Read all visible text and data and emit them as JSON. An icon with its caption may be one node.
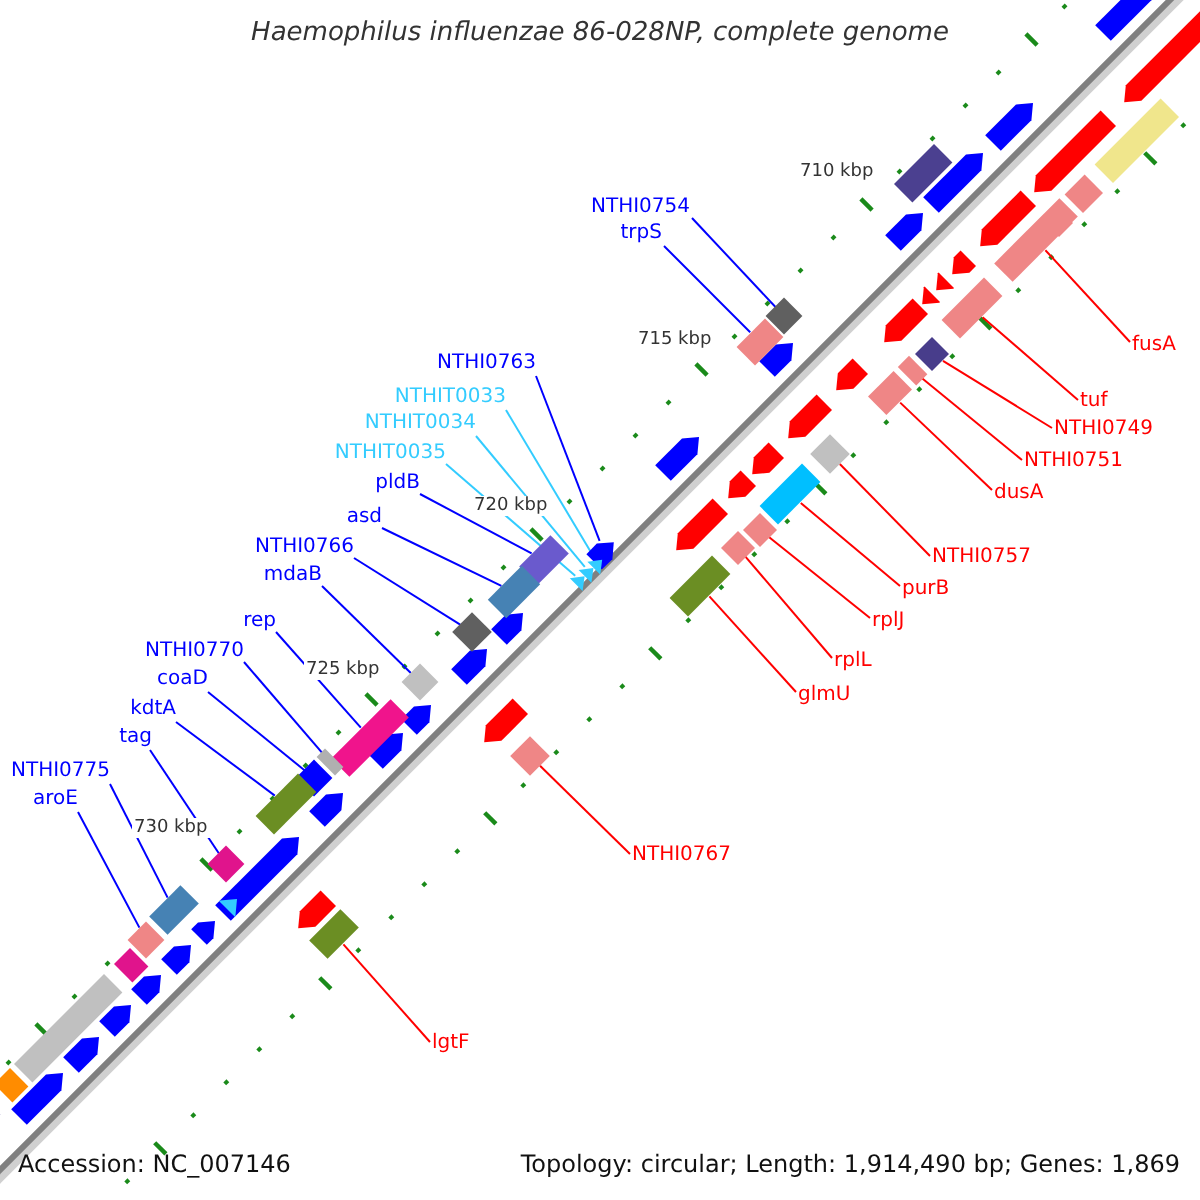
{
  "diagram": {
    "title": "Haemophilus influenzae 86-028NP, complete genome",
    "nodes": [
      {
        "text": [
          "NTHI0754"
        ]
      },
      {
        "text": [
          "trpS"
        ]
      },
      {
        "text": [
          "fusA"
        ]
      },
      {
        "text": [
          "tuf"
        ]
      },
      {
        "text": [
          "NTHI0749"
        ]
      },
      {
        "text": [
          "NTHI0751"
        ]
      },
      {
        "text": [
          "NTHI0763"
        ]
      },
      {
        "text": [
          "NTHIT0033"
        ]
      },
      {
        "text": [
          "NTHIT0034"
        ]
      },
      {
        "text": [
          "dusA"
        ]
      },
      {
        "text": [
          "NTHIT0035"
        ]
      },
      {
        "text": [
          "pldB"
        ]
      },
      {
        "text": [
          "NTHI0757"
        ]
      },
      {
        "text": [
          "asd"
        ]
      },
      {
        "text": [
          "purB"
        ]
      },
      {
        "text": [
          "NTHI0766"
        ]
      },
      {
        "text": [
          "rplJ"
        ]
      },
      {
        "text": [
          "mdaB"
        ]
      },
      {
        "text": [
          "rplL"
        ]
      },
      {
        "text": [
          "rep"
        ]
      },
      {
        "text": [
          "NTHI0770"
        ]
      },
      {
        "text": [
          "glmU"
        ]
      },
      {
        "text": [
          "coaD"
        ]
      },
      {
        "text": [
          "kdtA"
        ]
      },
      {
        "text": [
          "tag"
        ]
      },
      {
        "text": [
          "NTHI0775"
        ]
      },
      {
        "text": [
          "aroE"
        ]
      },
      {
        "text": [
          "NTHI0767"
        ]
      },
      {
        "text": [
          "lgtF"
        ]
      },
      {
        "text": [],
        "shape": "diamond"
      },
      {
        "text": [],
        "shape": "box"
      },
      {
        "text": [],
        "shape": "box"
      },
      {
        "text": [],
        "shape": "box"
      },
      {
        "text": [],
        "shape": "diamond"
      },
      {
        "text": [],
        "shape": "box"
      },
      {
        "text": [],
        "shape": "pentagon"
      },
      {
        "text": [],
        "shape": "triangle"
      },
      {
        "text": [],
        "shape": "triangle"
      },
      {
        "text": [],
        "shape": "box"
      },
      {
        "text": [],
        "shape": "triangle"
      },
      {
        "text": [],
        "shape": "box"
      },
      {
        "text": [],
        "shape": "diamond"
      },
      {
        "text": [],
        "shape": "box"
      },
      {
        "text": [],
        "shape": "box"
      },
      {
        "text": [],
        "shape": "diamond"
      },
      {
        "text": [],
        "shape": "diamond"
      },
      {
        "text": [],
        "shape": "diamond"
      },
      {
        "text": [],
        "shape": "diamond"
      },
      {
        "text": [],
        "shape": "box"
      },
      {
        "text": [],
        "shape": "box"
      },
      {
        "text": [],
        "shape": "box"
      },
      {
        "text": [],
        "shape": "diamond"
      },
      {
        "text": [],
        "shape": "box"
      },
      {
        "text": [],
        "shape": "diamond"
      },
      {
        "text": [],
        "shape": "box"
      },
      {
        "text": [],
        "shape": "diamond"
      },
      {
        "text": [],
        "shape": "diamond"
      },
      {
        "text": [],
        "shape": "box"
      }
    ],
    "edges": [
      {
        "from": 0,
        "to": 29,
        "arrow": "none"
      },
      {
        "from": 1,
        "to": 30,
        "arrow": "none"
      },
      {
        "from": 2,
        "to": 31,
        "arrow": "none",
        "color": "#ff0000"
      },
      {
        "from": 3,
        "to": 32,
        "arrow": "none",
        "color": "#ff0000"
      },
      {
        "from": 4,
        "to": 33,
        "arrow": "none",
        "color": "#ff0000"
      },
      {
        "from": 5,
        "to": 34,
        "arrow": "none",
        "color": "#ff0000"
      },
      {
        "from": 6,
        "to": 35,
        "arrow": "none"
      },
      {
        "from": 7,
        "to": 36,
        "arrow": "none",
        "color": "#33ccff"
      },
      {
        "from": 8,
        "to": 37,
        "arrow": "none",
        "color": "#33ccff"
      },
      {
        "from": 9,
        "to": 38,
        "arrow": "none",
        "color": "#ff0000"
      },
      {
        "from": 10,
        "to": 39,
        "arrow": "none",
        "color": "#33ccff"
      },
      {
        "from": 11,
        "to": 40,
        "arrow": "none"
      },
      {
        "from": 12,
        "to": 41,
        "arrow": "none",
        "color": "#ff0000"
      },
      {
        "from": 13,
        "to": 42,
        "arrow": "none"
      },
      {
        "from": 14,
        "to": 43,
        "arrow": "none",
        "color": "#ff0000"
      },
      {
        "from": 15,
        "to": 44,
        "arrow": "none"
      },
      {
        "from": 16,
        "to": 45,
        "arrow": "none",
        "color": "#ff0000"
      },
      {
        "from": 17,
        "to": 46,
        "arrow": "none"
      },
      {
        "from": 18,
        "to": 47,
        "arrow": "none",
        "color": "#ff0000"
      },
      {
        "from": 19,
        "to": 48,
        "arrow": "none"
      },
      {
        "from": 20,
        "to": 49,
        "arrow": "none"
      },
      {
        "from": 21,
        "to": 50,
        "arrow": "none",
        "color": "#ff0000"
      },
      {
        "from": 22,
        "to": 51,
        "arrow": "none"
      },
      {
        "from": 23,
        "to": 52,
        "arrow": "none"
      },
      {
        "from": 24,
        "to": 53,
        "arrow": "none"
      },
      {
        "from": 25,
        "to": 54,
        "arrow": "none"
      },
      {
        "from": 26,
        "to": 55,
        "arrow": "none"
      },
      {
        "from": 27,
        "to": 56,
        "arrow": "none",
        "color": "#ff0000"
      },
      {
        "from": 28,
        "to": 57,
        "arrow": "none",
        "color": "#ff0000"
      }
    ],
    "labels": [
      "710 kbp",
      "715 kbp",
      "720 kbp",
      "725 kbp",
      "730 kbp",
      "Accession: NC_007146",
      "Topology: circular; Length: 1,914,490 bp; Genes: 1,869"
    ]
  }
}
